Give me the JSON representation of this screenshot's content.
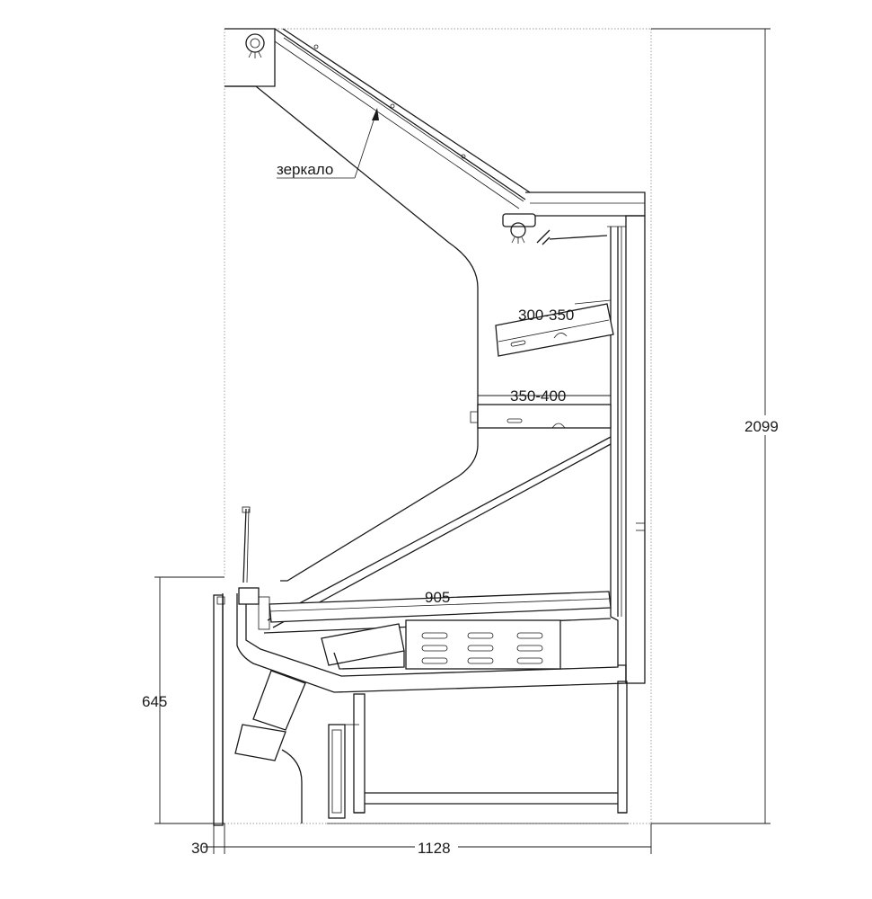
{
  "labels": {
    "mirror": "зеркало",
    "shelf_upper": "300-350",
    "shelf_middle": "350-400",
    "base_depth": "905",
    "total_height": "2099",
    "base_height": "645",
    "offset": "30",
    "total_depth": "1128"
  }
}
